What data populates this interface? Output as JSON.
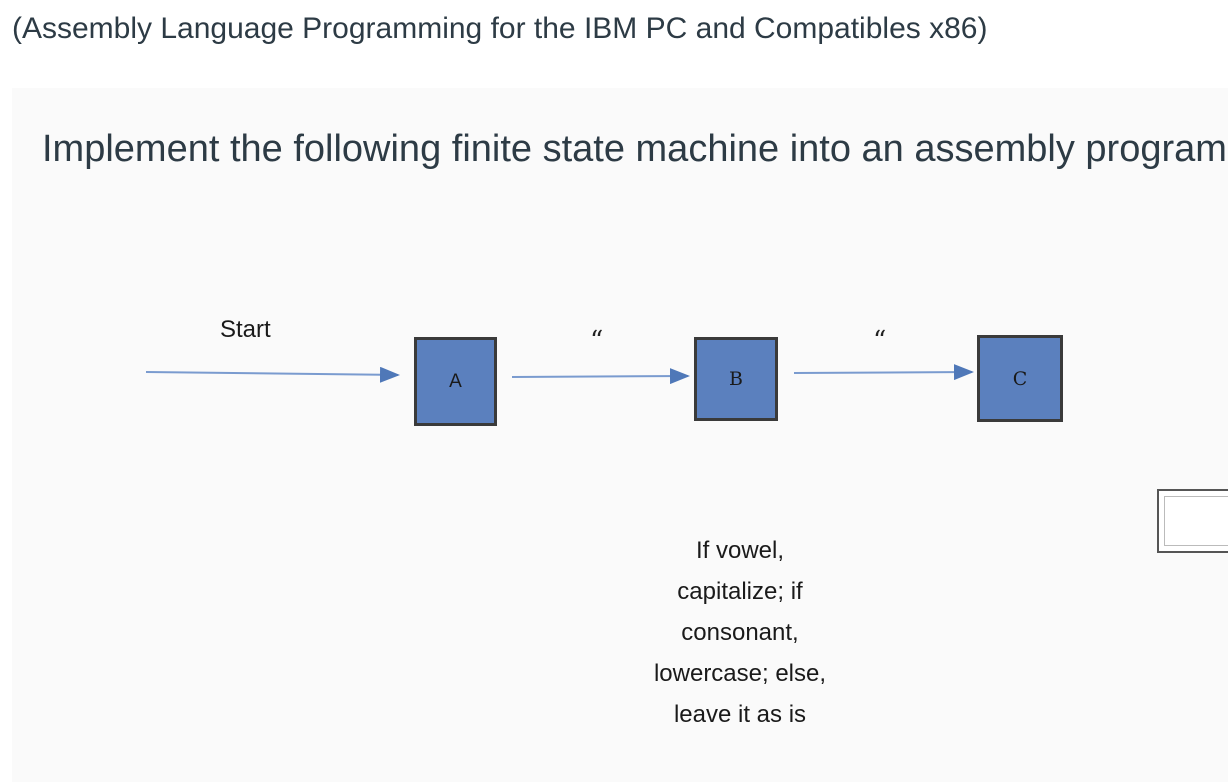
{
  "header": {
    "title": "(Assembly Language Programming for the IBM PC and Compatibles x86)"
  },
  "question": {
    "prompt": "Implement the following finite state machine into an assembly program:"
  },
  "diagram": {
    "start_label": "Start",
    "states": [
      {
        "id": "A",
        "label": "A"
      },
      {
        "id": "B",
        "label": "B"
      },
      {
        "id": "C",
        "label": "C"
      }
    ],
    "transitions": [
      {
        "from": "start",
        "to": "A",
        "label": ""
      },
      {
        "from": "A",
        "to": "B",
        "label": "“"
      },
      {
        "from": "B",
        "to": "C",
        "label": "“"
      }
    ],
    "note_lines": [
      "If vowel,",
      "capitalize; if",
      "consonant,",
      "lowercase; else,",
      "leave it as is"
    ],
    "colors": {
      "state_fill": "#5b80be",
      "state_border": "#3a3a3a",
      "arrow": "#5b80be"
    }
  }
}
